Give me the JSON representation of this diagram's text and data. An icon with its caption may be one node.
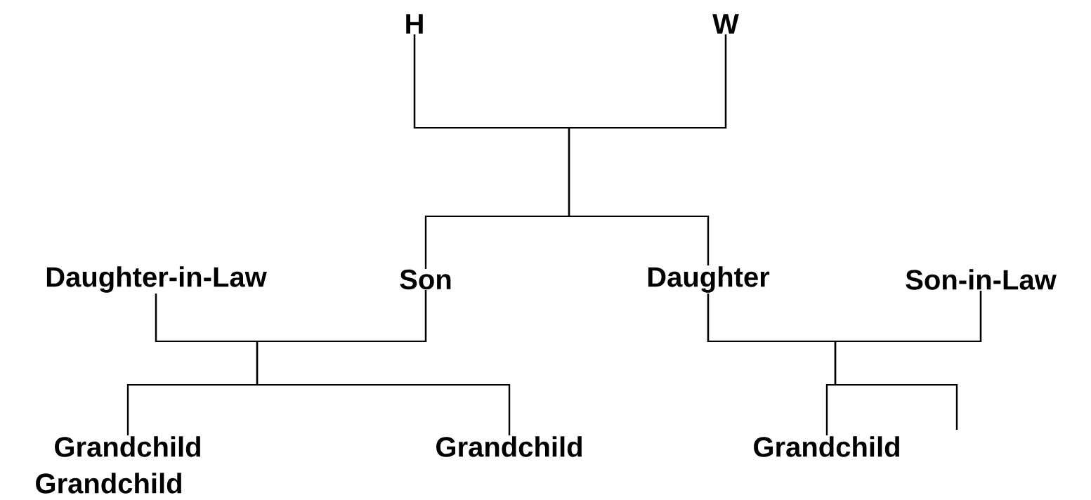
{
  "diagram": {
    "nodes": [
      {
        "text": [
          "H"
        ]
      },
      {
        "text": [
          "W"
        ]
      },
      {
        "text": [
          "Daughter-in-Law"
        ]
      },
      {
        "text": [
          "Son"
        ]
      },
      {
        "text": [
          "Daughter"
        ]
      },
      {
        "text": [
          "Son-in-Law"
        ]
      },
      {
        "text": [
          "Grandchild"
        ]
      },
      {
        "text": [
          "Grandchild"
        ]
      },
      {
        "text": [
          "Grandchild"
        ]
      }
    ],
    "edges": [
      {
        "from": 0,
        "to": 1,
        "arrow": "none"
      },
      {
        "from": 0,
        "to": 3,
        "arrow": "none"
      },
      {
        "from": 0,
        "to": 4,
        "arrow": "none"
      },
      {
        "from": 1,
        "to": 3,
        "arrow": "none"
      },
      {
        "from": 1,
        "to": 4,
        "arrow": "none"
      },
      {
        "from": 2,
        "to": 3,
        "arrow": "none"
      },
      {
        "from": 2,
        "to": 6,
        "arrow": "none"
      },
      {
        "from": 2,
        "to": 7,
        "arrow": "none"
      },
      {
        "from": 3,
        "to": 6,
        "arrow": "none"
      },
      {
        "from": 3,
        "to": 7,
        "arrow": "none"
      },
      {
        "from": 4,
        "to": 5,
        "arrow": "none"
      },
      {
        "from": 4,
        "to": 8,
        "arrow": "none"
      },
      {
        "from": 4,
        "to": null,
        "arrow": "none"
      },
      {
        "from": 5,
        "to": 8,
        "arrow": "none"
      },
      {
        "from": 5,
        "to": null,
        "arrow": "none"
      }
    ],
    "labels": [
      "Grandchild"
    ]
  }
}
